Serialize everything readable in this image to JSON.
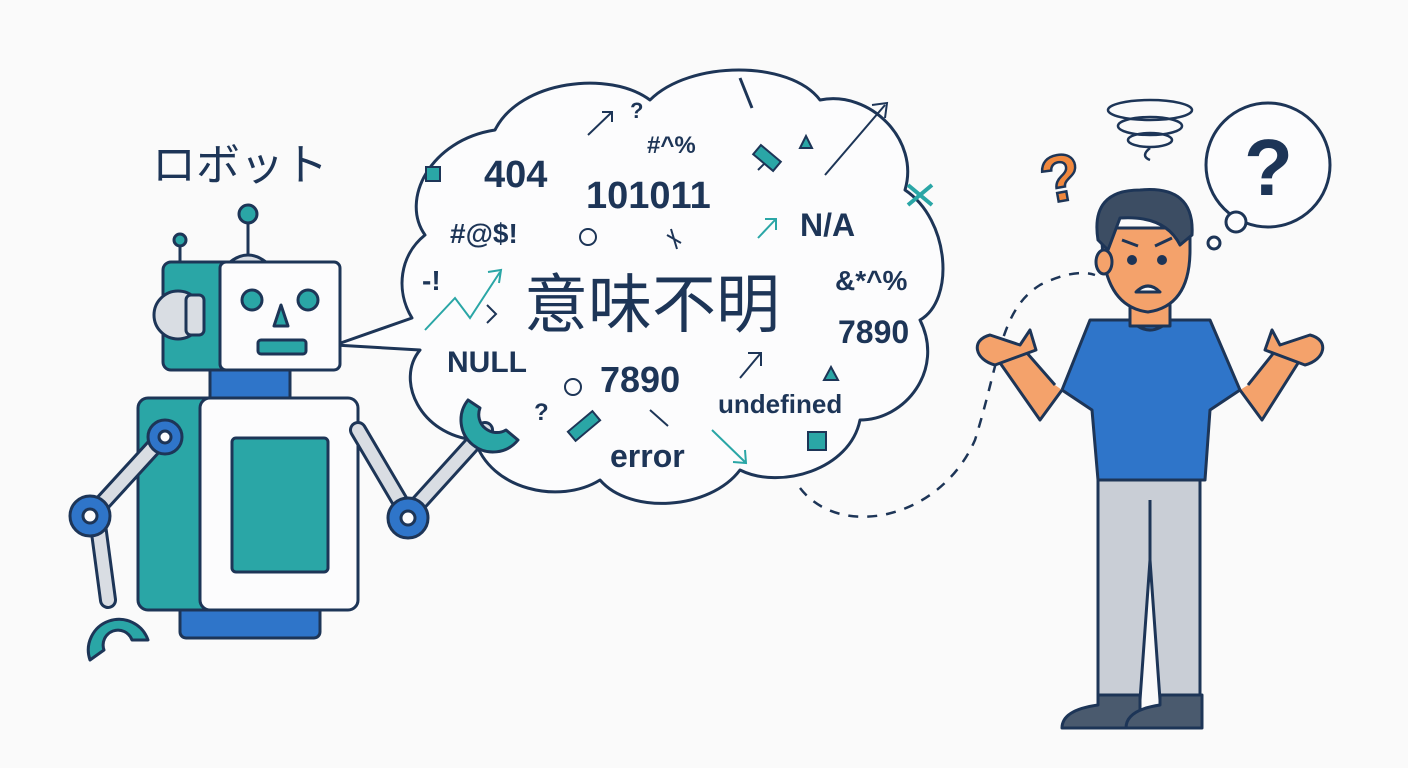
{
  "robot": {
    "label": "ロボット"
  },
  "speech": {
    "headline": "意味不明",
    "noise": [
      "404",
      "101011",
      "#^%",
      "?",
      "#@$!",
      "N/A",
      "-!",
      "&*^%",
      "7890",
      "NULL",
      "7890",
      "undefined",
      "?",
      "error"
    ]
  },
  "person": {
    "thought_symbol": "?",
    "confused_mark": "?"
  },
  "colors": {
    "outline": "#1d3557",
    "teal": "#2aa6a6",
    "blue": "#2f75c9",
    "grey_limb": "#d9dde3",
    "skin": "#f4a26b",
    "pants": "#c9ced6",
    "shoe": "#4a5a6e",
    "hair": "#3c4d63",
    "orange_q": "#f0883e"
  }
}
